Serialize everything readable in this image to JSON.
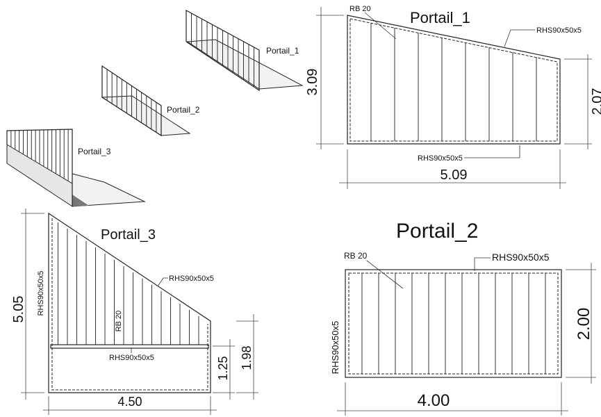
{
  "isometric": {
    "labels": [
      "Portail_1",
      "Portail_2",
      "Portail_3"
    ]
  },
  "portail_1": {
    "title": "Portail_1",
    "bar_label": "RB 20",
    "top_profile": "RHS90x50x5",
    "bottom_profile": "RHS90x50x5",
    "dim_left": "3.09",
    "dim_right": "2.07",
    "dim_width": "5.09"
  },
  "portail_2": {
    "title": "Portail_2",
    "bar_label": "RB 20",
    "top_profile": "RHS90x50x5",
    "side_profile": "RHS90x50x5",
    "dim_height": "2.00",
    "dim_width": "4.00"
  },
  "portail_3": {
    "title": "Portail_3",
    "bar_label": "RB 20",
    "top_profile": "RHS90x50x5",
    "side_profile": "RHS90x50x5",
    "mid_profile": "RHS90x50x5",
    "dim_left": "5.05",
    "dim_lower": "1.25",
    "dim_right": "1.98",
    "dim_width": "4.50"
  }
}
